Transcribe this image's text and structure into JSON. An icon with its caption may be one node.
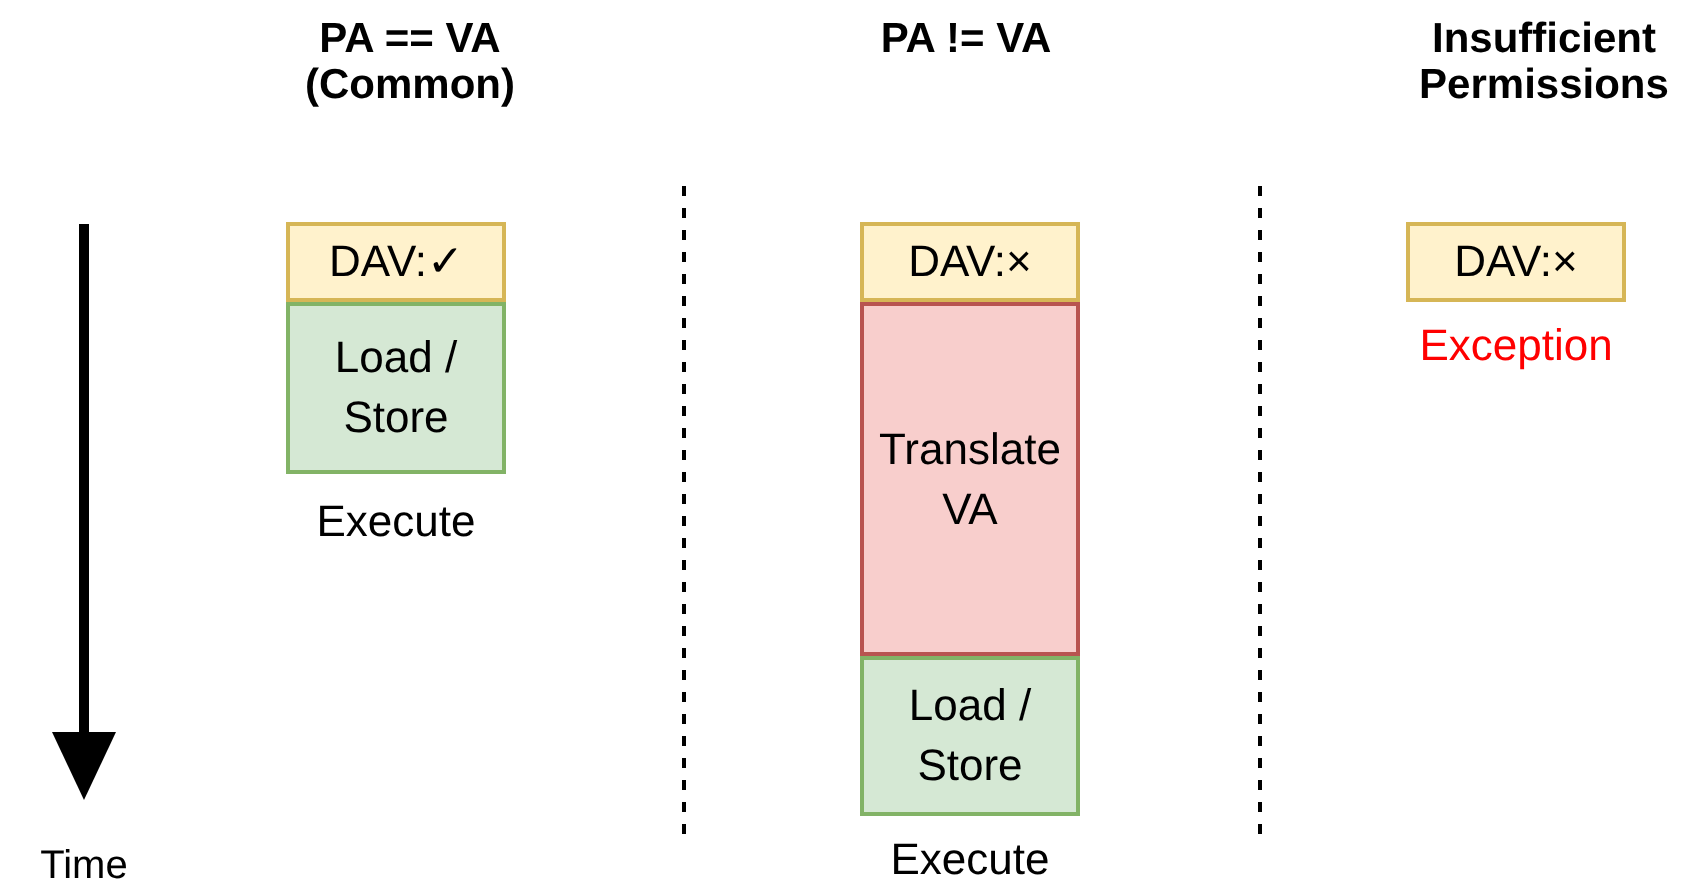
{
  "diagram": {
    "nodes": [
      {
        "text": [
          "DAV:✓"
        ]
      },
      {
        "text": [
          "Load / Store"
        ],
        "beside": [
          "Execute"
        ]
      },
      {
        "text": [
          "DAV:×"
        ]
      },
      {
        "text": [
          "Translate VA"
        ]
      },
      {
        "text": [
          "Load / Store"
        ],
        "beside": [
          "Execute"
        ]
      },
      {
        "text": [
          "DAV:×"
        ],
        "beside": [
          "Exception"
        ]
      }
    ],
    "labels": [
      "PA == VA (Common)",
      "PA != VA",
      "Insufficient Permissions",
      "Time"
    ]
  }
}
